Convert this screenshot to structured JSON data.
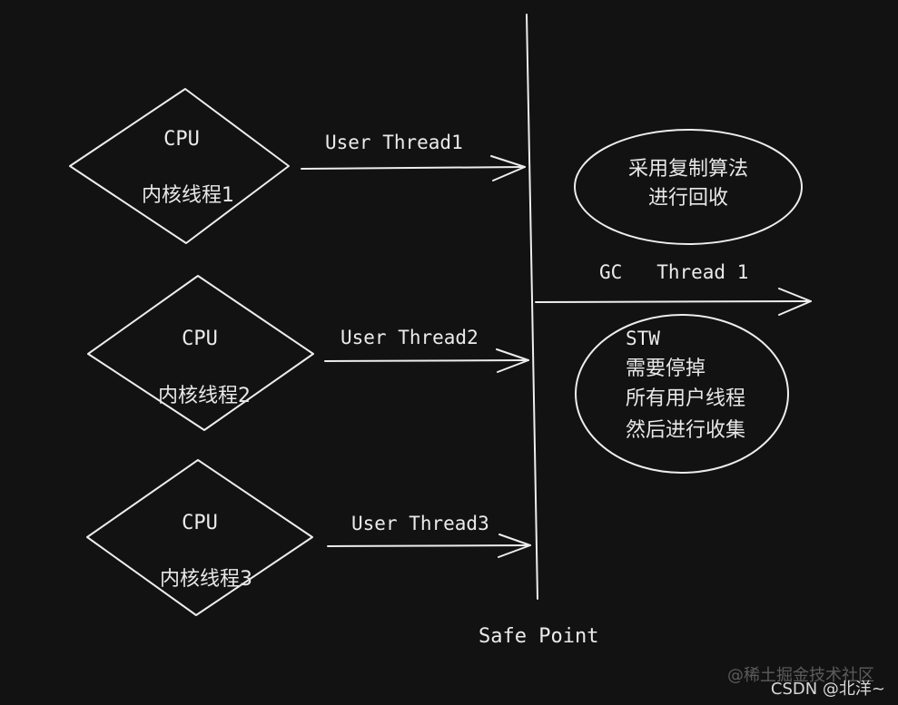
{
  "cpus": [
    {
      "title": "CPU",
      "core": "内核线程1",
      "thread": "User Thread1"
    },
    {
      "title": "CPU",
      "core": "内核线程2",
      "thread": "User Thread2"
    },
    {
      "title": "CPU",
      "core": "内核线程3",
      "thread": "User Thread3"
    }
  ],
  "gc": {
    "thread_label": "GC   Thread 1",
    "top_ellipse": [
      "采用复制算法",
      "进行回收"
    ],
    "bottom_ellipse": [
      "STW",
      "需要停掉",
      "所有用户线程",
      "然后进行收集"
    ]
  },
  "safe_point_label": "Safe Point",
  "watermarks": {
    "juejin": "@稀土掘金技术社区",
    "csdn": "CSDN @北洋~"
  },
  "colors": {
    "background": "#121212",
    "shape_fill": "#6a2f33",
    "hatch": "#b8444d",
    "stroke": "#ededed"
  }
}
